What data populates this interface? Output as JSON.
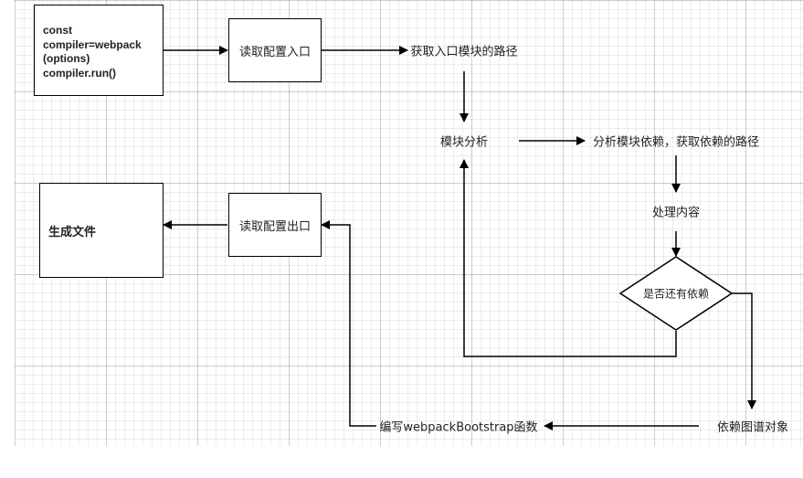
{
  "nodes": {
    "code_box": {
      "lines": [
        "const",
        "compiler=webpack",
        "(options)",
        "compiler.run()"
      ]
    },
    "read_entry": "读取配置入口",
    "get_entry_path": "获取入口模块的路径",
    "module_analysis": "模块分析",
    "analyze_deps": "分析模块依赖，获取依赖的路径",
    "process_content": "处理内容",
    "has_more_deps": "是否还有依赖",
    "dep_graph": "依赖图谱对象",
    "write_bootstrap": "编写webpackBootstrap函数",
    "read_output": "读取配置出口",
    "generate_files": "生成文件"
  }
}
